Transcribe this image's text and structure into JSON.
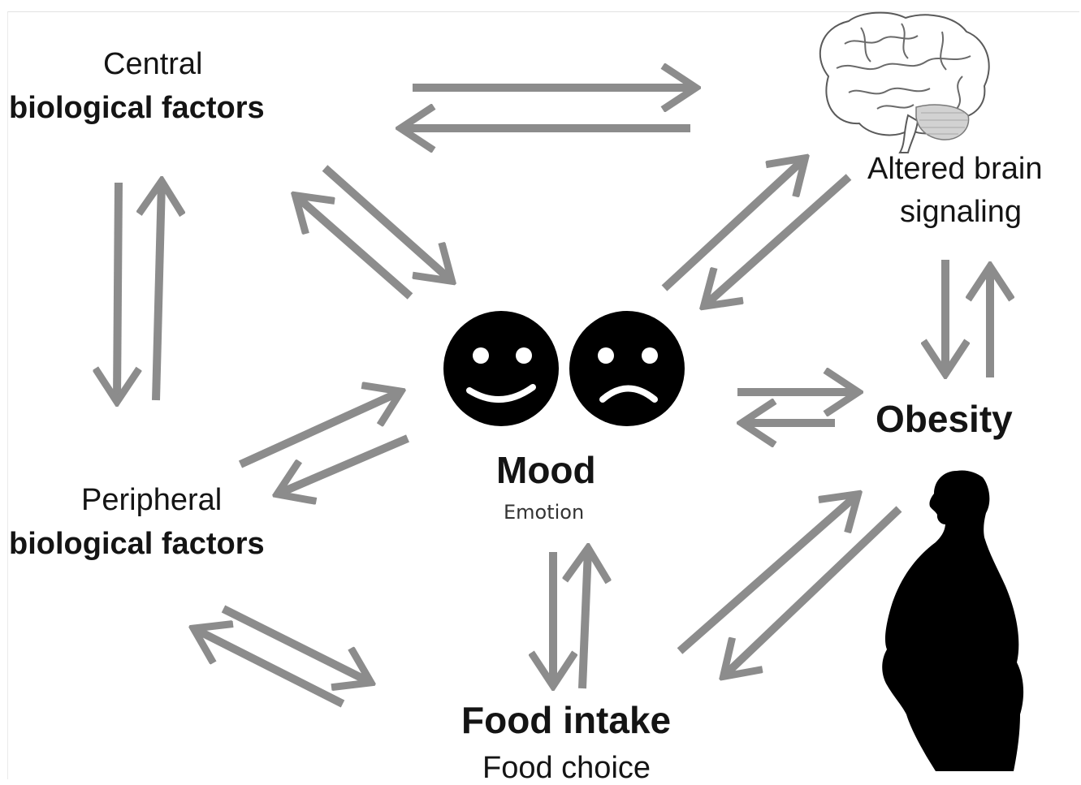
{
  "nodes": {
    "central": {
      "line1": "Central",
      "line2": "biological factors"
    },
    "peripheral": {
      "line1": "Peripheral",
      "line2": "biological factors"
    },
    "brain": {
      "line1": "Altered brain",
      "line2": "signaling"
    },
    "mood": {
      "title": "Mood",
      "subtitle": "Emotion"
    },
    "obesity": {
      "title": "Obesity"
    },
    "food": {
      "title": "Food intake",
      "subtitle": "Food choice"
    }
  },
  "icons": [
    "brain-icon",
    "happy-face-icon",
    "sad-face-icon",
    "obese-person-silhouette-icon"
  ],
  "colors": {
    "arrow": "#8c8c8c",
    "text": "#141414",
    "face": "#000000",
    "background": "#ffffff"
  }
}
